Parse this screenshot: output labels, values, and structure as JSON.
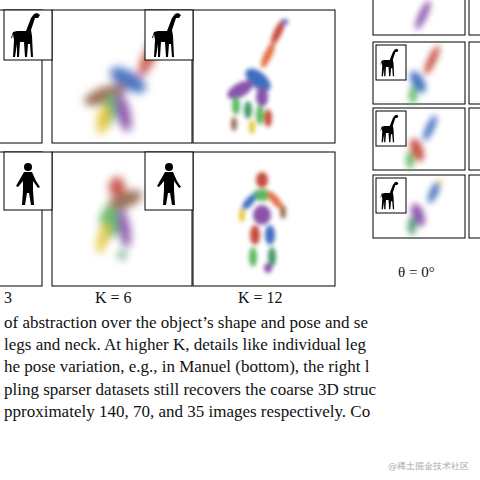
{
  "diagram": {
    "labels": [
      "3",
      "K = 6",
      "K = 12",
      "θ = 0°",
      "of abstraction over the object’s shape and pose and se",
      "legs and neck. At higher K, details like individual leg",
      "he pose variation, e.g., in Manuel (bottom), the right l",
      "pling sparser datasets still recovers the coarse 3D struc",
      "pproximately 140, 70, and 35 images respectively. Co",
      "@稀土掘金技术社区"
    ]
  }
}
